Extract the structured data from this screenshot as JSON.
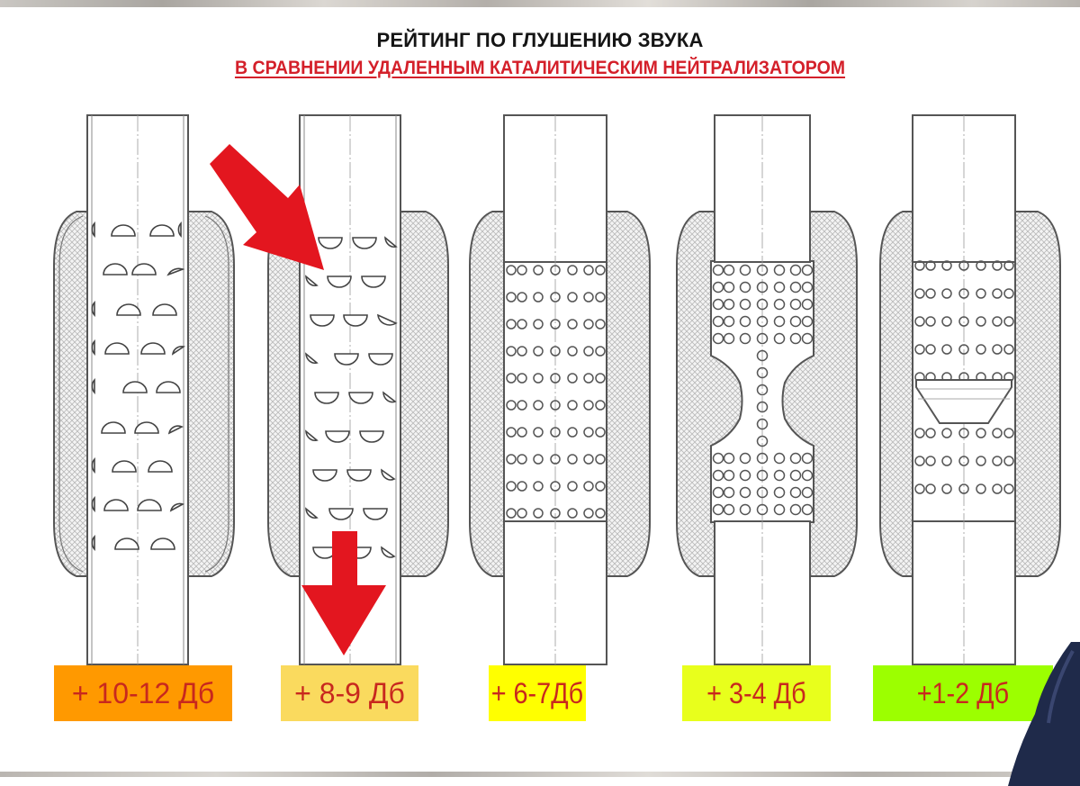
{
  "header": {
    "title": "РЕЙТИНГ ПО ГЛУШЕНИЮ ЗВУКА",
    "subtitle": "В СРАВНЕНИИ УДАЛЕННЫМ КАТАЛИТИЧЕСКИМ НЕЙТРАЛИЗАТОРОМ"
  },
  "colors": {
    "title": "#151515",
    "subtitle": "#d4202a",
    "arrow": "#e3161f",
    "badge_text": "#c8281e",
    "packing_hatch": "#b9b9b9",
    "outline": "#555555"
  },
  "designs": [
    {
      "id": "louver-convex",
      "label": "+ 10-12 Дб",
      "badge_color": "#ff9900",
      "perforation": "half-moon louvers (convex up)"
    },
    {
      "id": "louver-concave",
      "label": "+ 8-9 Дб",
      "badge_color": "#fada5e",
      "perforation": "half-moon louvers (concave down)",
      "highlighted": true
    },
    {
      "id": "straight-perforated",
      "label": "+ 6-7Дб",
      "badge_color": "#ffff00",
      "perforation": "round holes, straight tube"
    },
    {
      "id": "venturi-perforated",
      "label": "+ 3-4 Дб",
      "badge_color": "#e8ff1c",
      "perforation": "round holes, venturi narrowing"
    },
    {
      "id": "baffle-perforated",
      "label": "+1-2 Дб",
      "badge_color": "#9cff00",
      "perforation": "round holes with cone baffle"
    }
  ],
  "annotations": {
    "diagonal_arrow": "points to design 2 louvers",
    "down_arrow": "flow direction in design 2"
  }
}
